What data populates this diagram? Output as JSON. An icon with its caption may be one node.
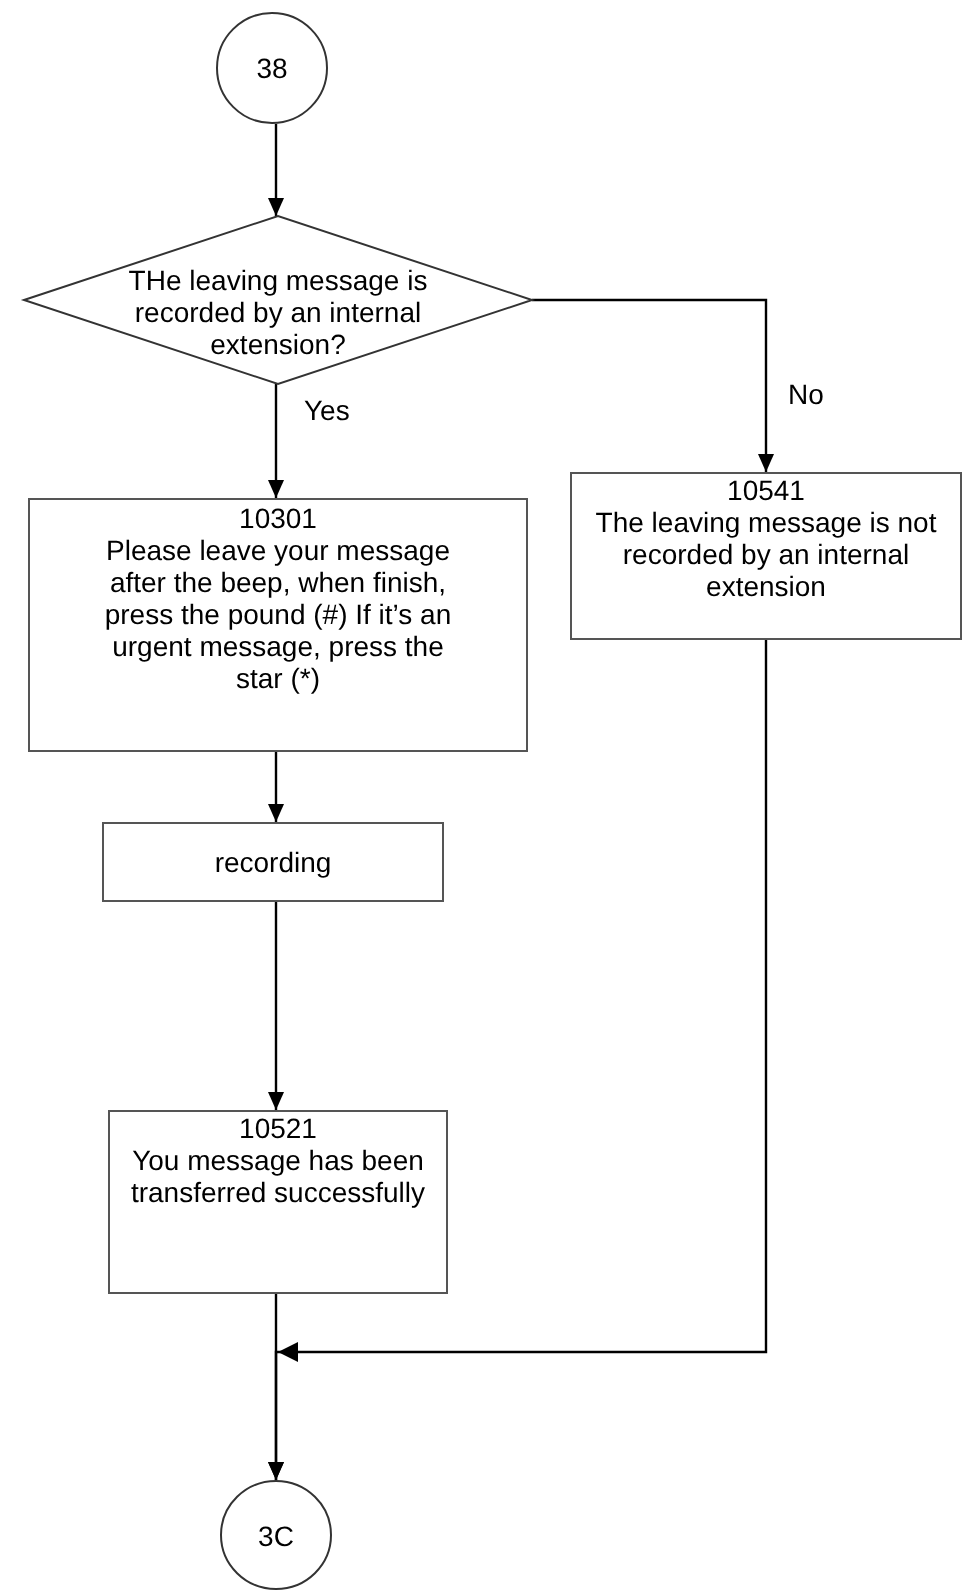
{
  "diagram": {
    "nodes": [
      {
        "text": [
          "38"
        ]
      },
      {
        "text": [
          "THe leaving message is recorded by an internal extension?"
        ]
      },
      {
        "text": [
          "10301",
          "Please leave your message after the beep, when finish, press the pound (#) If it’s an urgent message, press the star (*)"
        ]
      },
      {
        "text": [
          "10541",
          "The leaving message is not recorded by an internal extension"
        ]
      },
      {
        "text": [
          "recording"
        ]
      },
      {
        "text": [
          "10521",
          "You message has been transferred successfully"
        ]
      },
      {
        "text": [
          "3C"
        ]
      }
    ],
    "edges": [
      {
        "from": 0,
        "to": 1,
        "arrow": "to"
      },
      {
        "from": 1,
        "to": 2,
        "arrow": "to",
        "label": "Yes"
      },
      {
        "from": 1,
        "to": 3,
        "arrow": "to",
        "label": "No"
      },
      {
        "from": 2,
        "to": 4,
        "arrow": "to"
      },
      {
        "from": 4,
        "to": 5,
        "arrow": "to"
      },
      {
        "from": 5,
        "to": 6,
        "arrow": "to"
      },
      {
        "from": 3,
        "to": 6,
        "arrow": "to"
      }
    ]
  }
}
